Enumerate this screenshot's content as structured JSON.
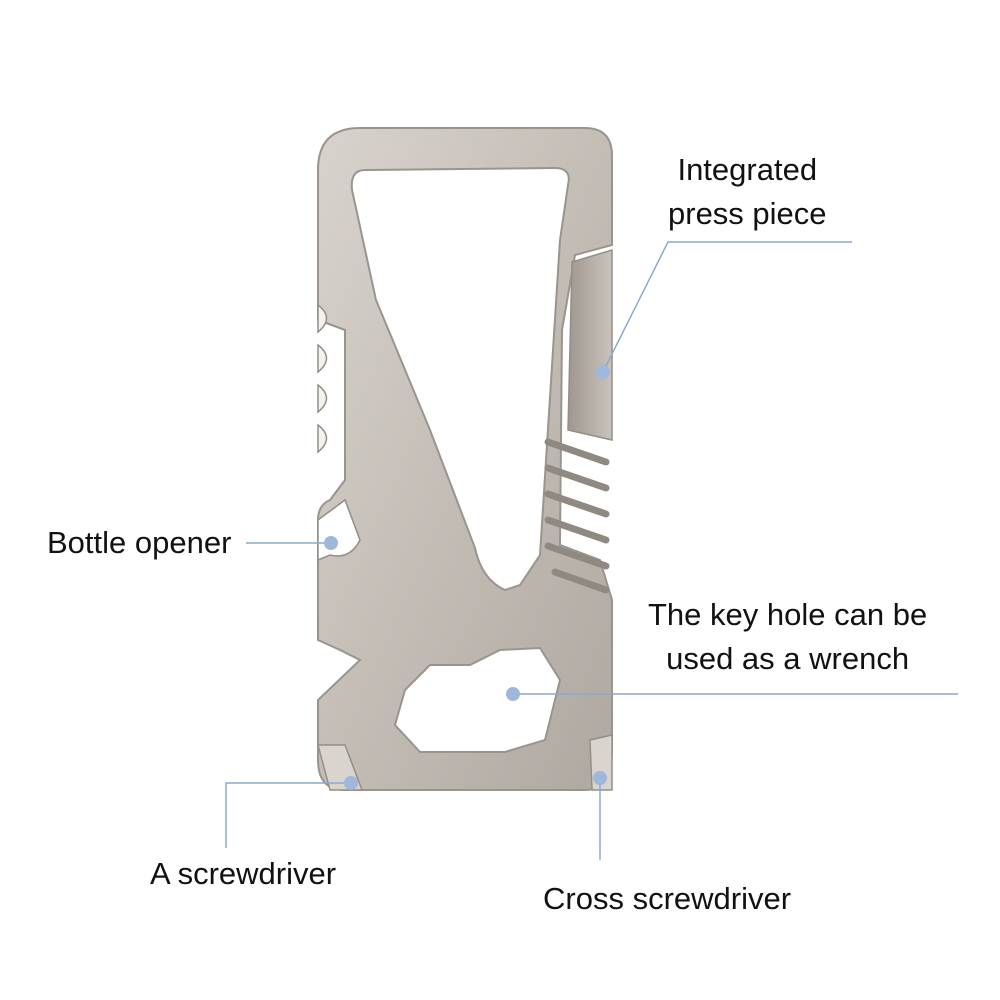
{
  "colors": {
    "background": "#ffffff",
    "text": "#111111",
    "leader_line": "#8aa9cf",
    "marker_dot": "#9fb7db",
    "metal_light": "#cfcac3",
    "metal_mid": "#b7b1aa",
    "metal_dark": "#8f8982",
    "metal_edge": "#a29c95"
  },
  "callouts": {
    "press_piece": {
      "line1": "Integrated",
      "line2": "press piece"
    },
    "bottle_opener": {
      "text": "Bottle opener"
    },
    "key_hole": {
      "line1": "The key hole can be",
      "line2": "used as a wrench"
    },
    "screwdriver": {
      "text": "A screwdriver"
    },
    "cross_screwdriver": {
      "text": "Cross screwdriver"
    }
  }
}
